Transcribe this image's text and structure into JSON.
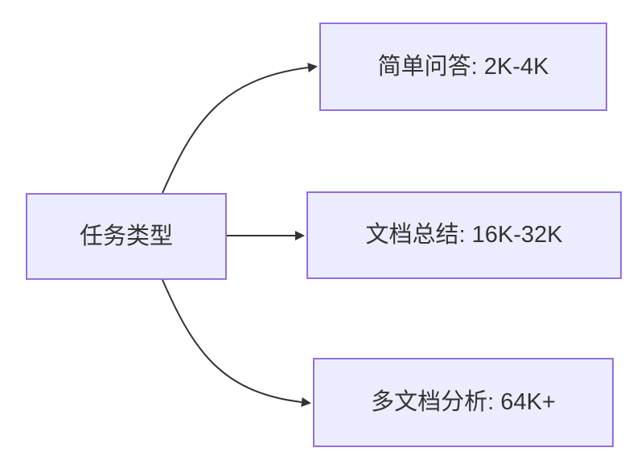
{
  "diagram": {
    "type": "flowchart-left-to-right",
    "root": {
      "label": "任务类型"
    },
    "children": [
      {
        "label": "简单问答: 2K-4K"
      },
      {
        "label": "文档总结: 16K-32K"
      },
      {
        "label": "多文档分析: 64K+"
      }
    ],
    "colors": {
      "node_fill": "#ECECFF",
      "node_border": "#9370DB",
      "text": "#333333",
      "edge": "#333333",
      "background": "#FFFFFF"
    }
  }
}
